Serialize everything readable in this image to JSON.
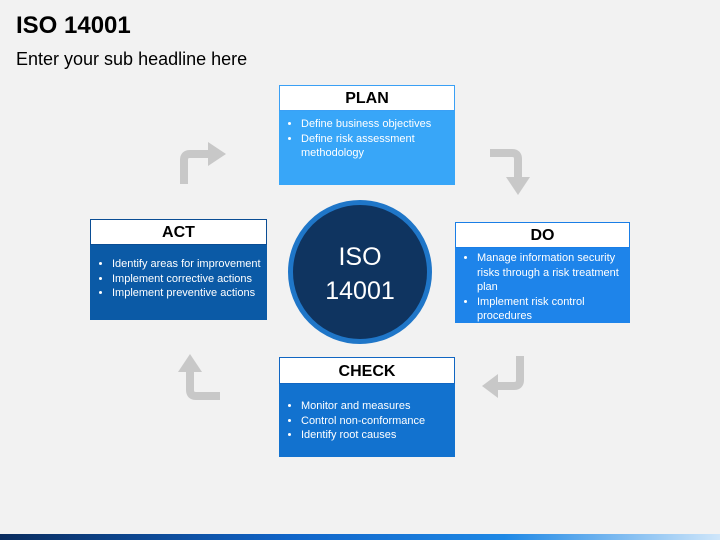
{
  "header": {
    "title": "ISO 14001",
    "subtitle": "Enter your sub headline here"
  },
  "center": {
    "line1": "ISO",
    "line2": "14001"
  },
  "plan": {
    "label": "PLAN",
    "items": [
      "Define business objectives",
      "Define risk assessment methodology"
    ]
  },
  "do": {
    "label": "DO",
    "items": [
      "Manage information security risks through a risk treatment plan",
      "Implement risk control procedures"
    ]
  },
  "check": {
    "label": "CHECK",
    "items": [
      "Monitor and measures",
      "Control non-conformance",
      "Identify root causes"
    ]
  },
  "act": {
    "label": "ACT",
    "items": [
      "Identify areas for improvement",
      "Implement corrective actions",
      "Implement preventive actions"
    ]
  },
  "colors": {
    "plan": "#38a6f8",
    "do": "#1e84ea",
    "check": "#1272cf",
    "act": "#0b5aa6",
    "center": "#0f3460",
    "arrow": "#c8c8c8"
  }
}
